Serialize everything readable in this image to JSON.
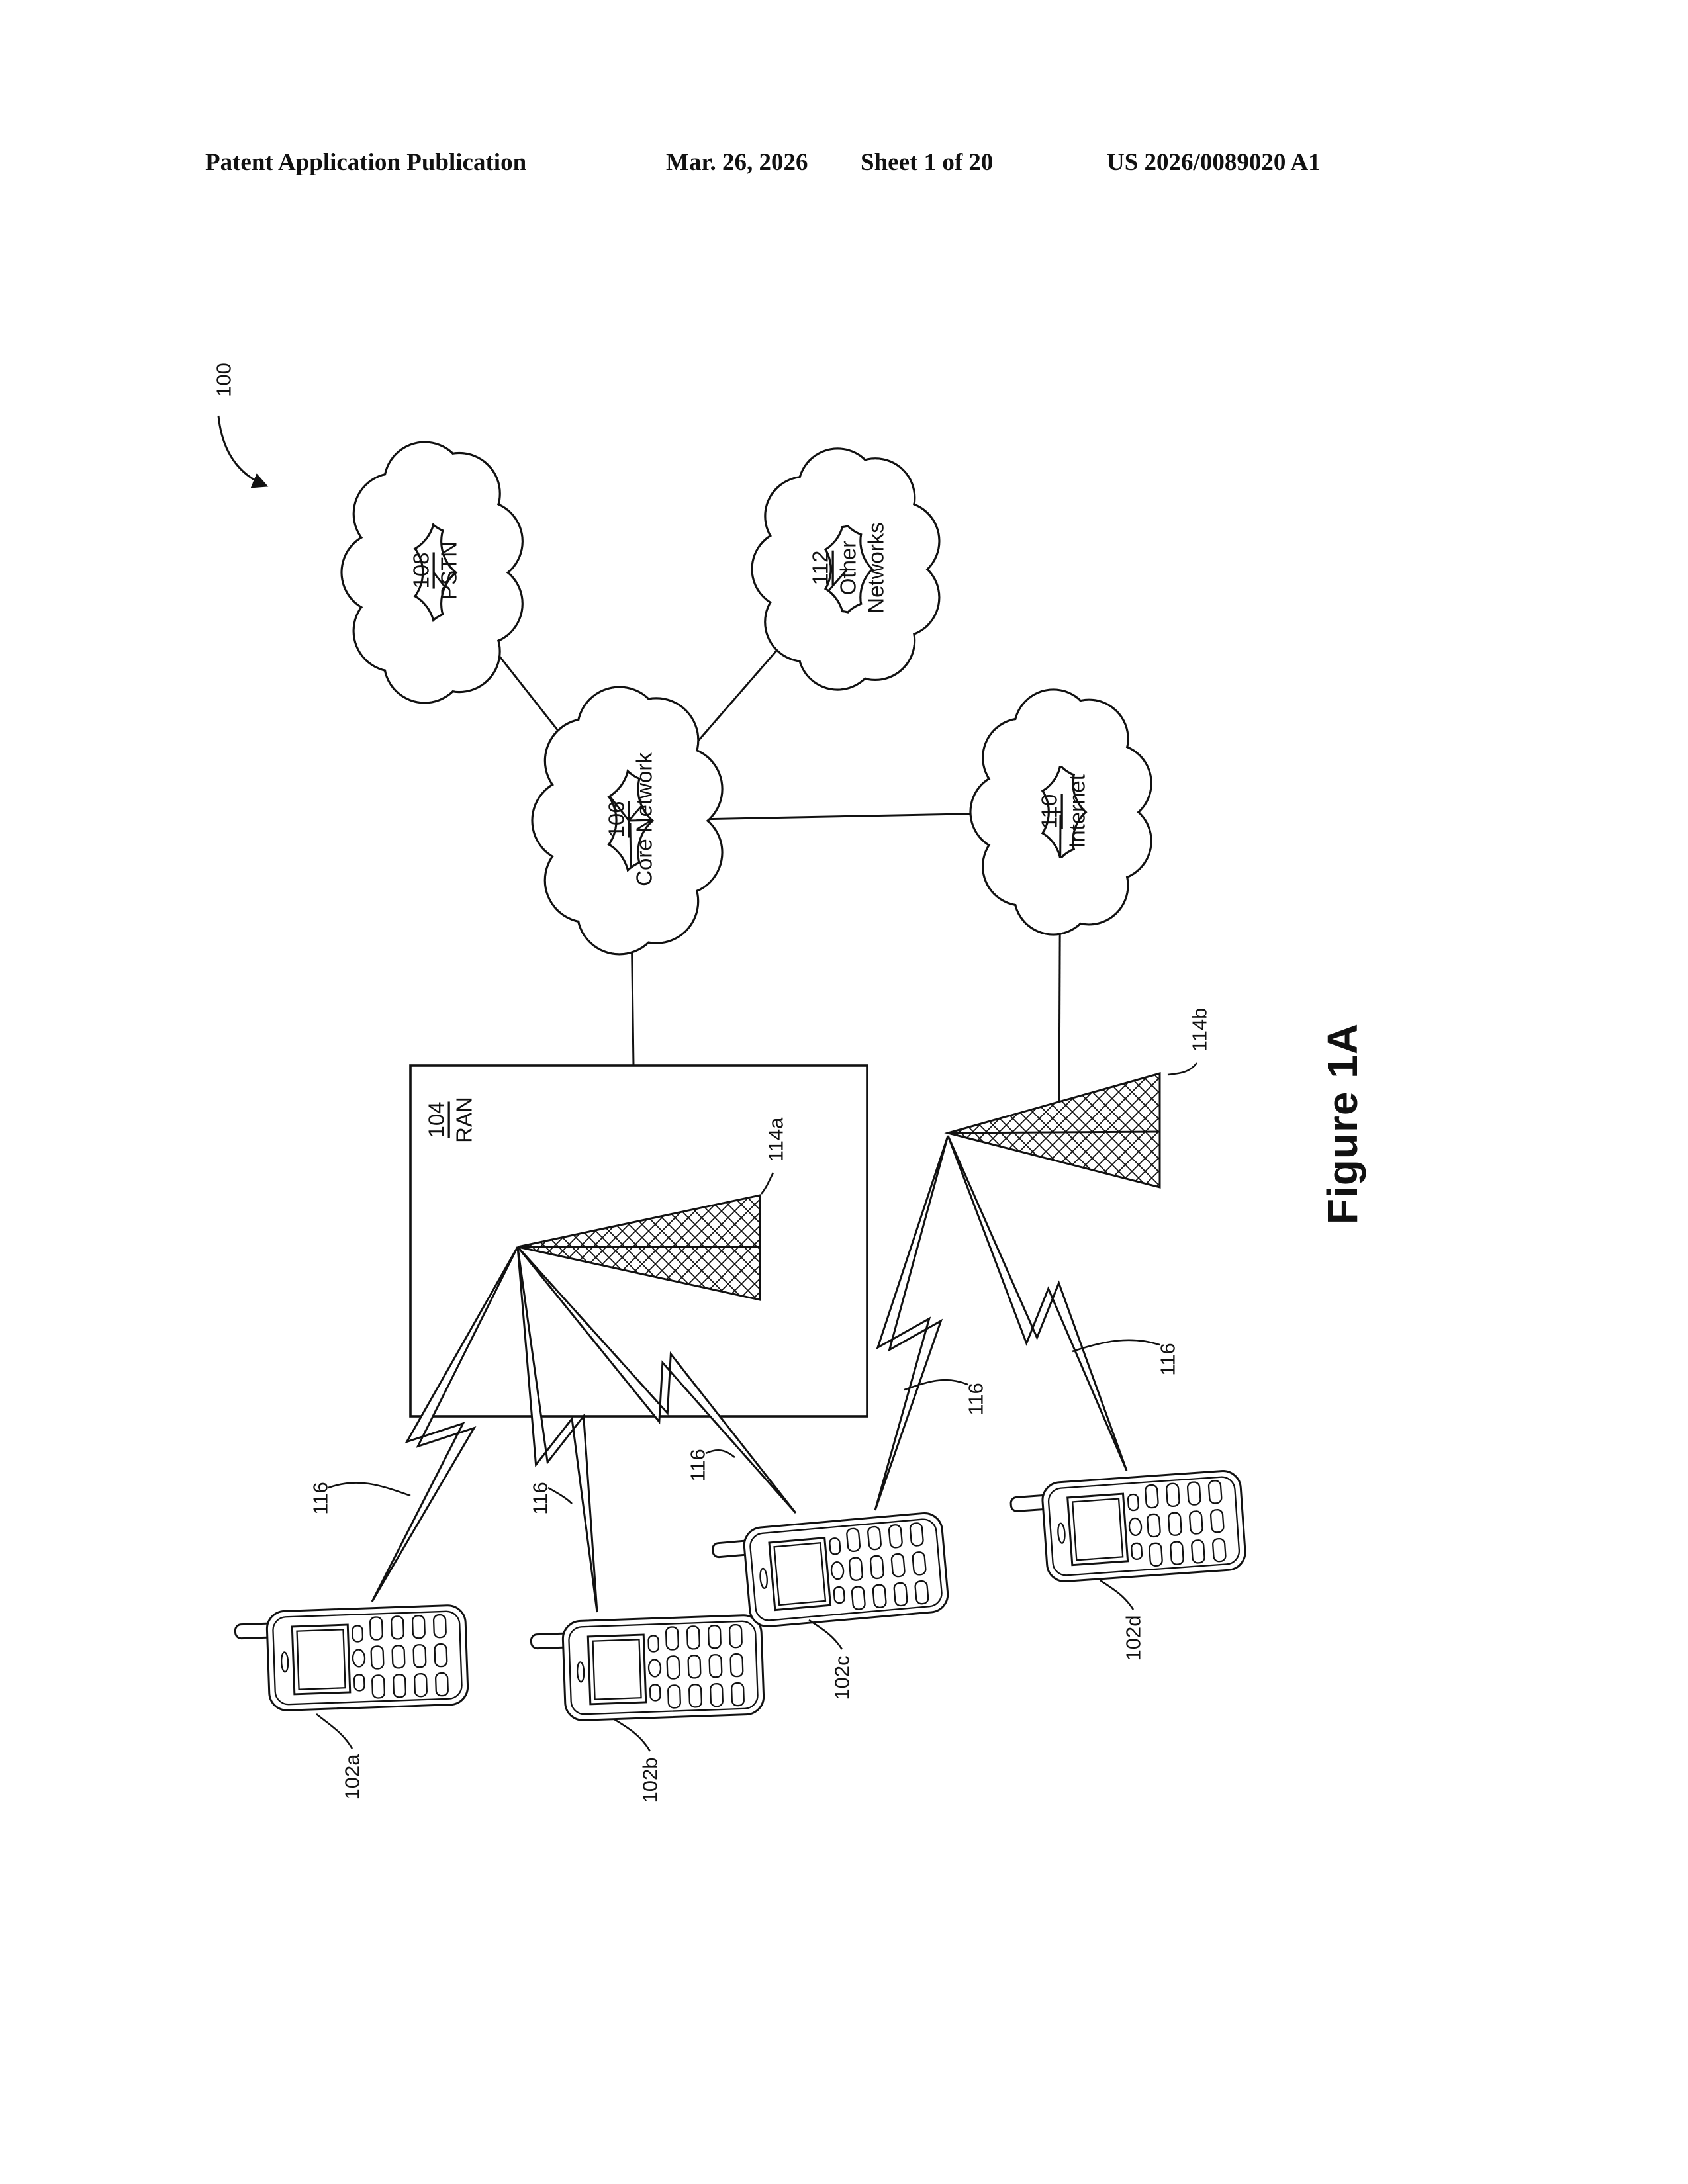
{
  "page": {
    "header": {
      "publication": "Patent Application Publication",
      "date": "Mar. 26, 2026",
      "sheet": "Sheet 1 of 20",
      "doc_number": "US 2026/0089020 A1"
    }
  },
  "figure": {
    "label": "Figure 1A",
    "system_ref": "100",
    "clouds": [
      {
        "ref": "108",
        "name": "PSTN",
        "name_lines": [
          "PSTN"
        ]
      },
      {
        "ref": "112",
        "name": "Other Networks",
        "name_lines": [
          "Other",
          "Networks"
        ]
      },
      {
        "ref": "106",
        "name": "Core Network",
        "name_lines": [
          "Core Network"
        ]
      },
      {
        "ref": "110",
        "name": "Internet",
        "name_lines": [
          "Internet"
        ]
      }
    ],
    "ran": {
      "ref": "104",
      "name": "RAN"
    },
    "base_stations": [
      {
        "ref": "114a"
      },
      {
        "ref": "114b"
      }
    ],
    "wtrus": [
      {
        "ref": "102a"
      },
      {
        "ref": "102b"
      },
      {
        "ref": "102c"
      },
      {
        "ref": "102d"
      }
    ],
    "air_interface_ref": "116"
  }
}
